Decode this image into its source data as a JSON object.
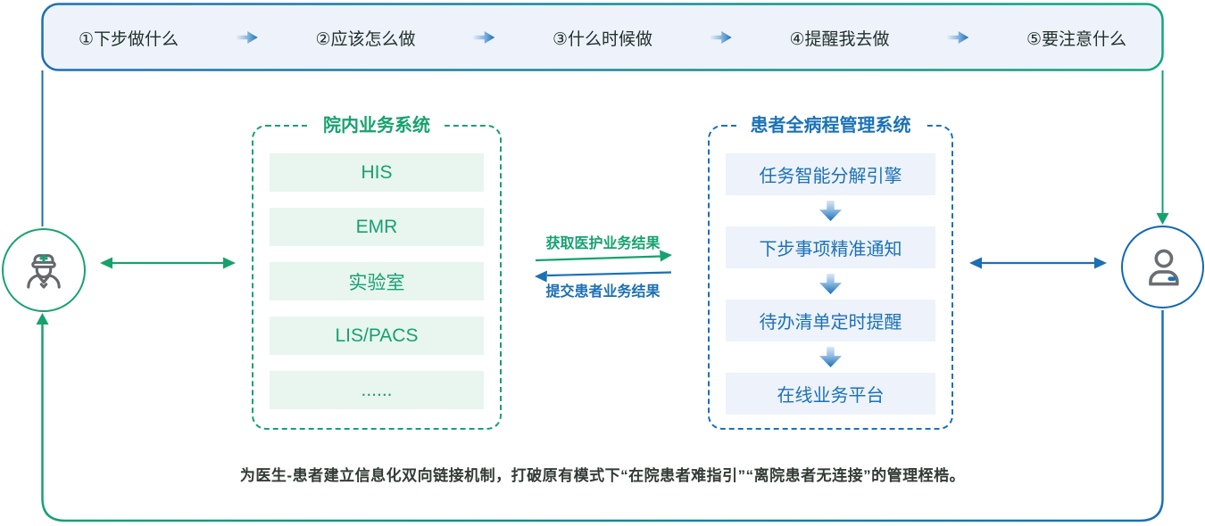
{
  "header_bar": {
    "steps": [
      "①下步做什么",
      "②应该怎么做",
      "③什么时候做",
      "④提醒我去做",
      "⑤要注意什么"
    ]
  },
  "hospital_box": {
    "title": "院内业务系统",
    "items": [
      "HIS",
      "EMR",
      "实验室",
      "LIS/PACS",
      "......"
    ]
  },
  "patient_box": {
    "title": "患者全病程管理系统",
    "items": [
      "任务智能分解引擎",
      "下步事项精准通知",
      "待办清单定时提醒",
      "在线业务平台"
    ]
  },
  "exchange": {
    "fetch_label": "获取医护业务结果",
    "submit_label": "提交患者业务结果"
  },
  "caption": "为医生-患者建立信息化双向链接机制，打破原有模式下“在院患者难指引”“离院患者无连接”的管理桎梏。",
  "icons": {
    "doctor": "doctor-icon",
    "patient": "patient-icon",
    "step_arrow": "arrow-right-icon",
    "module_flow_arrow": "arrow-down-icon",
    "left_link_arrow": "double-headed-arrow-icon",
    "right_link_arrow": "double-headed-arrow-icon"
  },
  "colors": {
    "green": "#16a26f",
    "blue": "#1b6fb5",
    "bar_background": "#eef2fb",
    "mint_row_background": "#e9f5ef",
    "blue_row_background": "#eef2fa",
    "caption_text": "#333b36"
  }
}
